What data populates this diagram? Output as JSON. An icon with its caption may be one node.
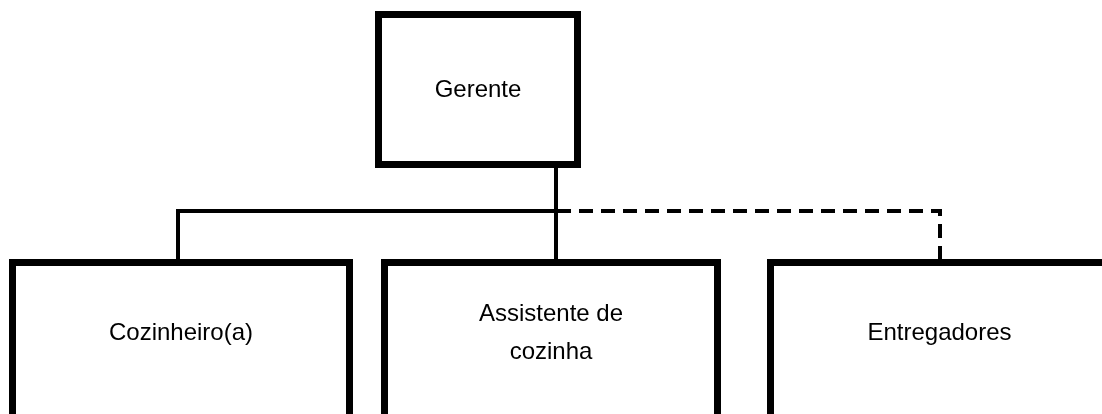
{
  "diagram": {
    "nodes": [
      {
        "text": [
          "Gerente"
        ]
      },
      {
        "text": [
          "Cozinheiro(a)"
        ]
      },
      {
        "text": [
          "Assistente de cozinha"
        ]
      },
      {
        "text": [
          "Entregadores"
        ]
      }
    ],
    "edges": [
      {
        "from": 0,
        "to": 1,
        "arrow": "none"
      },
      {
        "from": 0,
        "to": 2,
        "arrow": "none"
      },
      {
        "from": 0,
        "to": 3,
        "arrow": "none",
        "style": "dashed"
      }
    ]
  }
}
